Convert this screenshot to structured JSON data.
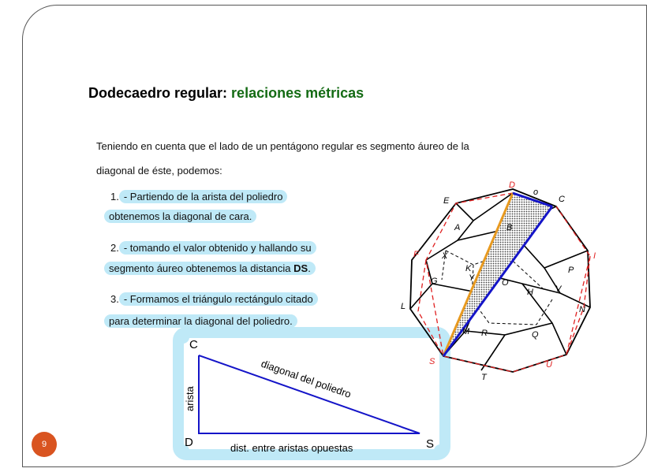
{
  "slide": {
    "title_prefix": "Dodecaedro regular: ",
    "title_highlight": "relaciones métricas",
    "intro_line1": "Teniendo en cuenta que el lado de un pentágono regular es segmento áureo de la",
    "intro_line2": "diagonal de éste, podemos:",
    "steps": [
      {
        "num": "1.",
        "line1": "- Partiendo de la arista del poliedro",
        "line2": "obtenemos la diagonal de cara."
      },
      {
        "num": "2.",
        "line1": "- tomando el valor obtenido y hallando su",
        "line2_pre": "segmento áureo obtenemos la distancia ",
        "line2_bold": "DS",
        "line2_post": "."
      },
      {
        "num": "3.",
        "line1": "- Formamos el triángulo rectángulo citado",
        "line2": "para determinar la diagonal del poliedro."
      }
    ],
    "page_number": "9"
  },
  "triangle": {
    "vertex_c": "C",
    "vertex_d": "D",
    "vertex_s": "S",
    "label_edge": "arista",
    "label_diagonal": "diagonal del poliedro",
    "label_base": "dist. entre aristas opuestas"
  },
  "dodecahedron": {
    "labels": [
      "D",
      "o",
      "C",
      "E",
      "A",
      "B",
      "F",
      "X",
      "K",
      "I",
      "P",
      "G",
      "L",
      "Y",
      "O",
      "H",
      "V",
      "N",
      "M",
      "R",
      "Q",
      "S",
      "U",
      "T"
    ]
  },
  "colors": {
    "title_green": "#146b14",
    "highlight": "#bfe9f7",
    "triangle_line": "#1414c8",
    "dashed_red": "#e02020",
    "orange_diagonal": "#e89a20",
    "page_badge": "#d95420"
  }
}
